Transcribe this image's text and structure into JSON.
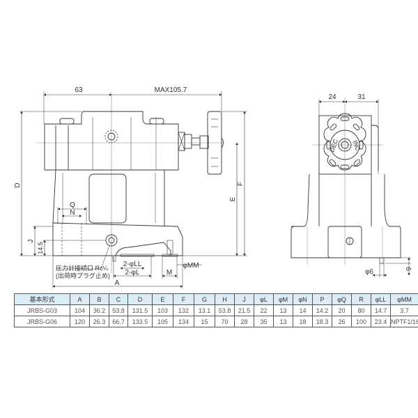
{
  "drawing": {
    "side_view": {
      "dims": {
        "width_63": "63",
        "max_length": "MAX105.7",
        "D": "D",
        "E": "E",
        "F": "F",
        "J": "J",
        "h_14_5": "14.5",
        "Q": "Q",
        "N": "N",
        "A": "A",
        "two_phi_LL": "2-φLL",
        "two_phi_L": "2-φL",
        "M": "M",
        "phi_MM": "φMM"
      },
      "annotation": {
        "line1": "圧力計接続口 Rc¼",
        "line2": "(出荷時プラグ止め)"
      }
    },
    "front_view": {
      "dims": {
        "left_24": "24",
        "right_31": "31",
        "pin_phi6": "φ6",
        "pin_len_6": "6"
      },
      "knob_labels": {
        "dec": "DEC",
        "inc": "INC"
      }
    }
  },
  "table": {
    "headers": [
      "基本形式",
      "A",
      "B",
      "C",
      "D",
      "E",
      "F",
      "G",
      "H",
      "J",
      "φL",
      "φM",
      "φN",
      "P",
      "φQ",
      "R",
      "φLL",
      "φMM"
    ],
    "rows": [
      [
        "JRBS-G03",
        "104",
        "36.2",
        "53.8",
        "131.5",
        "103",
        "132",
        "13.1",
        "53.8",
        "21.5",
        "22",
        "13",
        "14",
        "14.2",
        "20",
        "80",
        "14.7",
        "3.7"
      ],
      [
        "JRBS-G06",
        "120",
        "26.3",
        "66.7",
        "133.5",
        "105",
        "134",
        "15",
        "70",
        "28",
        "35",
        "13",
        "18",
        "18.3",
        "26",
        "100",
        "23.4",
        "NPTF1/16"
      ]
    ]
  },
  "colors": {
    "line": "#333333",
    "centerline": "#888888",
    "header_bg": "#d9ecf7"
  }
}
